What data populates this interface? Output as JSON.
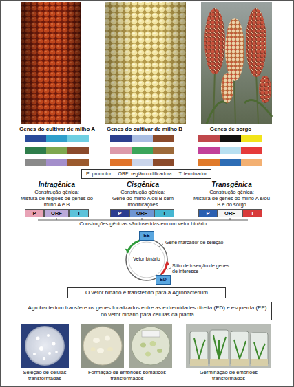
{
  "diagram": {
    "nodes": [
      {
        "text": [
          "P: promotor",
          "ORF: região codificadora",
          "T: terminador"
        ]
      },
      {
        "text": [
          "P"
        ]
      },
      {
        "text": [
          "ORF"
        ]
      },
      {
        "text": [
          "T"
        ]
      },
      {
        "text": [
          "P"
        ]
      },
      {
        "text": [
          "ORF"
        ]
      },
      {
        "text": [
          "T"
        ]
      },
      {
        "text": [
          "P"
        ]
      },
      {
        "text": [
          "ORF"
        ]
      },
      {
        "text": [
          "T"
        ]
      },
      {
        "text": [
          "EE"
        ]
      },
      {
        "text": [
          "ED"
        ]
      },
      {
        "text": [
          "O vetor binário é transferido para a Agrobacterium"
        ]
      },
      {
        "text": [
          "Agrobacterium transfere os genes localizados entre as extremidades direita (ED) e esquerda (EE) do vetor binário para células da planta"
        ]
      }
    ],
    "labels": [
      "Genes do cultivar de milho A",
      "Genes do cultivar de milho B",
      "Genes de sorgo",
      "Intragênica",
      "Construção gênica:",
      "Mistura de regiões de genes do milho A e B",
      "Cisgênica",
      "Construção gênica:",
      "Gene do milho A ou B sem modificações",
      "Transgênica",
      "Construção gênica:",
      "Mistura de genes do milho A e/ou B e do sorgo",
      "Construções gênicas são inseridas em um vetor binário",
      "Gene marcador de seleção",
      "Vetor binário",
      "Sítio de inserção de genes de interesse",
      "Seleção de células transformadas",
      "Formação de embriões somáticos transformados",
      "Germinação de embriões transformados"
    ]
  }
}
